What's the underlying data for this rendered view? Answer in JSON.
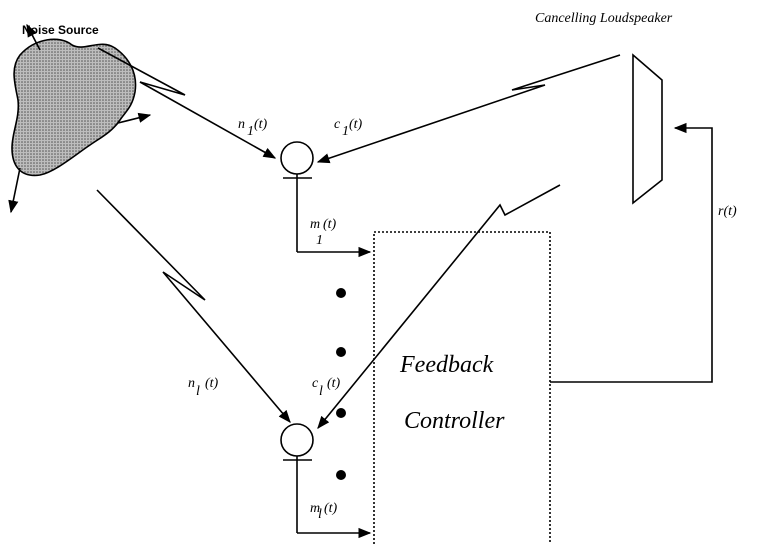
{
  "labels": {
    "noise_source": "Noise Source",
    "loudspeaker": "Cancelling Loudspeaker",
    "controller_line1": "Feedback",
    "controller_line2": "Controller",
    "n1": "n",
    "n1_sub": "1",
    "c1": "c",
    "c1_sub": "1",
    "m1": "m",
    "m1_sub": "1",
    "r": "r(t)",
    "nl": "n",
    "nl_sub": "l",
    "cl": "c",
    "cl_sub": "l",
    "ml": "m",
    "ml_sub": "l",
    "t_suffix": "(t)"
  },
  "colors": {
    "stroke": "#000000",
    "blob_fill": "#9a9a9a"
  },
  "icons": {
    "noise_source": "noise-source-blob",
    "loudspeaker": "loudspeaker-icon",
    "microphone": "microphone-icon"
  }
}
